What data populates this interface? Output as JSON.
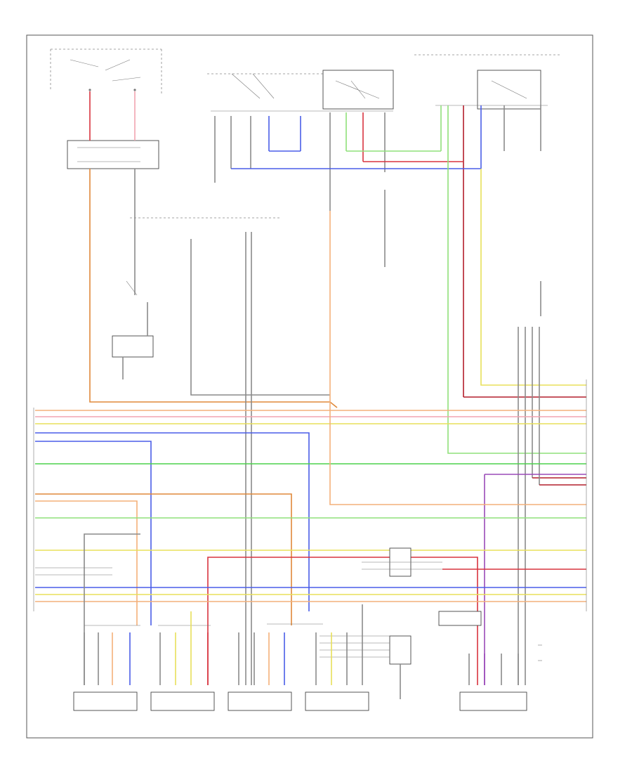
{
  "diagram": {
    "footer_code": "",
    "wire_colors": {
      "orange": "#e0893a",
      "red": "#d8343f",
      "pink": "#f2a3b0",
      "yellow": "#e8e05a",
      "blue": "#4a5de8",
      "green": "#4cd24c",
      "light_green": "#8fe07a",
      "light_orange": "#f3b07a",
      "purple": "#9a4ab8",
      "gray": "#8a8a8a",
      "dark_red": "#b31e2c"
    },
    "sensors": [
      "sensor-1",
      "sensor-2",
      "sensor-3",
      "sensor-4",
      "sensor-5"
    ]
  }
}
